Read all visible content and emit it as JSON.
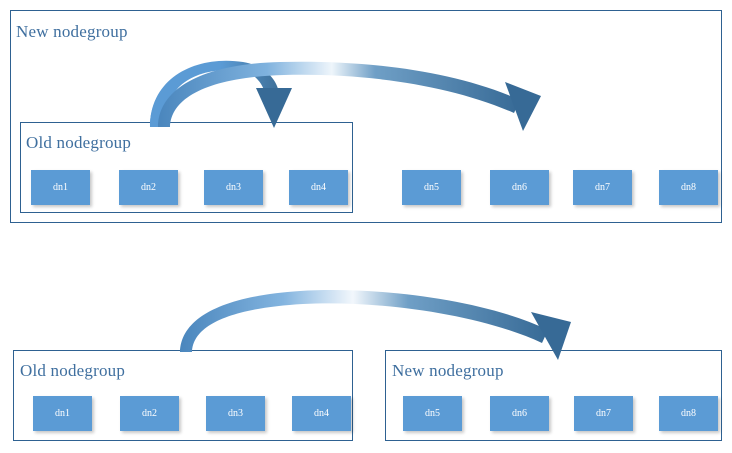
{
  "diagram": {
    "title_semantics": "nodegroup-migration-diagram",
    "colors": {
      "frame_border": "#2e6191",
      "node_fill": "#5b9bd5",
      "node_text": "#ffffff",
      "label_text": "#3f6f9f",
      "arrow_dark": "#376a96",
      "arrow_light": "#5b9bd5",
      "background": "#ffffff"
    },
    "panels": [
      {
        "id": "top-panel",
        "outer_group": {
          "label": "New nodegroup"
        },
        "inner_group": {
          "label": "Old nodegroup"
        },
        "inner_nodes": [
          {
            "label": "dn1"
          },
          {
            "label": "dn2"
          },
          {
            "label": "dn3"
          },
          {
            "label": "dn4"
          }
        ],
        "outer_nodes": [
          {
            "label": "dn5"
          },
          {
            "label": "dn6"
          },
          {
            "label": "dn7"
          },
          {
            "label": "dn8"
          }
        ],
        "arrows": [
          {
            "name": "short-arc-arrow",
            "from": "dn2",
            "to": "dn4"
          },
          {
            "name": "long-arc-arrow",
            "from": "dn2",
            "to": "dn6"
          }
        ]
      },
      {
        "id": "bottom-panel",
        "left_group": {
          "label": "Old nodegroup"
        },
        "right_group": {
          "label": "New nodegroup"
        },
        "left_nodes": [
          {
            "label": "dn1"
          },
          {
            "label": "dn2"
          },
          {
            "label": "dn3"
          },
          {
            "label": "dn4"
          }
        ],
        "right_nodes": [
          {
            "label": "dn5"
          },
          {
            "label": "dn6"
          },
          {
            "label": "dn7"
          },
          {
            "label": "dn8"
          }
        ],
        "arrows": [
          {
            "name": "migration-arc-arrow",
            "from": "old-nodegroup",
            "to": "new-nodegroup"
          }
        ]
      }
    ]
  }
}
